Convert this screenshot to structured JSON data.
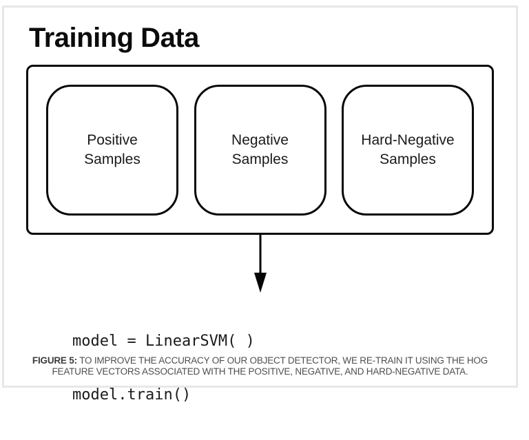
{
  "page": {
    "background": "#ffffff",
    "card_border_color": "#e7e7e7",
    "stroke_color": "#050505",
    "caption_color": "#4e4e4e"
  },
  "header": {
    "title": "Training Data"
  },
  "diagram": {
    "boxes": [
      {
        "lines": [
          "Positive",
          "Samples"
        ]
      },
      {
        "lines": [
          "Negative",
          "Samples"
        ]
      },
      {
        "lines": [
          "Hard-Negative",
          "Samples"
        ]
      }
    ],
    "arrow_icon": "down-arrow"
  },
  "code": {
    "lines": [
      "model = LinearSVM( )",
      "model.train()"
    ]
  },
  "caption": {
    "label": "FIGURE 5:",
    "line1": "TO IMPROVE THE ACCURACY OF OUR OBJECT DETECTOR, WE RE-TRAIN IT USING THE HOG",
    "line2": "FEATURE VECTORS ASSOCIATED WITH THE POSITIVE, NEGATIVE, AND HARD-NEGATIVE DATA."
  }
}
